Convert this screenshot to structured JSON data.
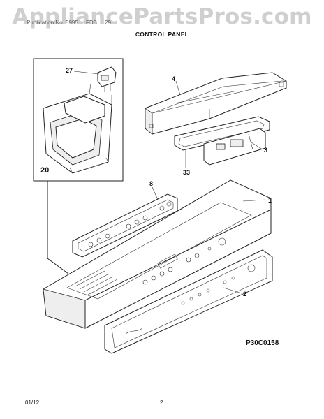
{
  "watermark": "AppliancePartsPros.com",
  "header_line": "Publication No. 5995 ... FDB ... 29",
  "section_title": "CONTROL PANEL",
  "diagram_code": "P30C0158",
  "footer": {
    "date": "01/12",
    "page": "2"
  },
  "callouts": [
    "1",
    "2",
    "3",
    "4",
    "8",
    "20",
    "27",
    "33"
  ]
}
